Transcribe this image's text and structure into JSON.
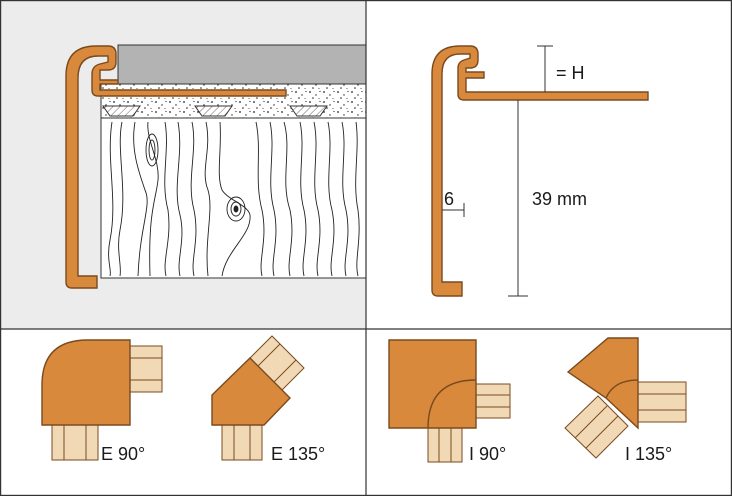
{
  "panels": {
    "profile_dimensions": {
      "height_label": "= H",
      "thickness_label": "6",
      "depth_label": "39 mm"
    },
    "corners": [
      {
        "id": "e90",
        "label": "E 90°"
      },
      {
        "id": "e135",
        "label": "E 135°"
      },
      {
        "id": "i90",
        "label": "I 90°"
      },
      {
        "id": "i135",
        "label": "I 135°"
      }
    ]
  },
  "colors": {
    "profile": "#d9893b",
    "profile_edge": "#7a4a1f",
    "profile_light": "#f2d9b5",
    "tile": "#b3b3b3",
    "panel_bg": "#ececec",
    "divider": "#333333"
  }
}
